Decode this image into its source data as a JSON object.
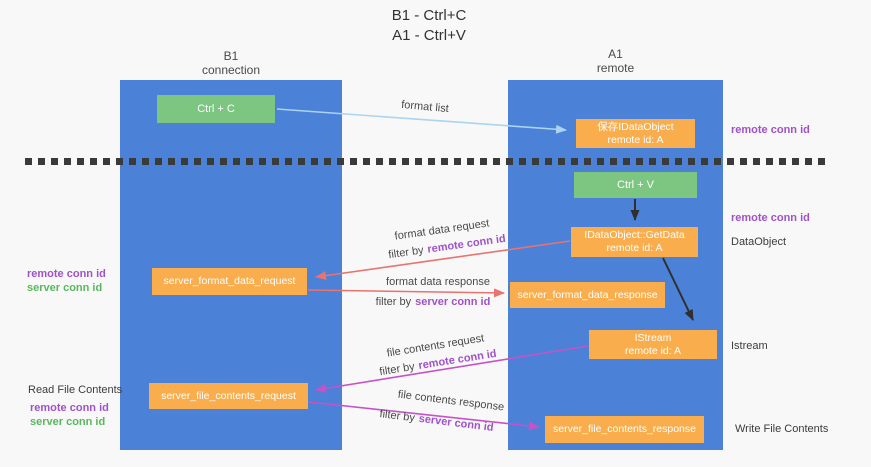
{
  "title": {
    "line1": "B1 - Ctrl+C",
    "line2": "A1 - Ctrl+V"
  },
  "colors": {
    "background": "#f8f8f8",
    "column_blue": "#4c81d8",
    "box_green": "#7dc682",
    "box_orange": "#f9ad4d",
    "arrow_blue": "#aad4f0",
    "arrow_red": "#e8736f",
    "arrow_magenta": "#c653c6",
    "arrow_black": "#2f2f2f",
    "text_purple": "#a052c8",
    "text_green": "#58b85e",
    "text_dark": "#3c3c3c"
  },
  "lifelines": {
    "b1": {
      "name": "B1",
      "role": "connection"
    },
    "a1": {
      "name": "A1",
      "role": "remote"
    }
  },
  "nodes": {
    "ctrl_c": {
      "label": "Ctrl + C"
    },
    "save_idataobject": {
      "line1": "保存IDataObject",
      "line2": "remote id: A"
    },
    "ctrl_v": {
      "label": "Ctrl + V"
    },
    "getdata": {
      "line1": "IDataObject::GetData",
      "line2": "remote id: A"
    },
    "istream": {
      "line1": "IStream",
      "line2": "remote id: A"
    },
    "format_request": {
      "label": "server_format_data_request"
    },
    "format_response": {
      "label": "server_format_data_response"
    },
    "file_request": {
      "label": "server_file_contents_request"
    },
    "file_response": {
      "label": "server_file_contents_response"
    }
  },
  "side_labels": {
    "remote_conn_id_top": "remote conn id",
    "remote_conn_id_mid": "remote conn id",
    "dataobject": "DataObject",
    "istream": "Istream",
    "write_file_contents": "Write File Contents",
    "read_file_contents": "Read File Contents",
    "mid_left": {
      "remote": "remote conn id",
      "server": "server conn id"
    },
    "bottom_left": {
      "remote": "remote conn id",
      "server": "server conn id"
    }
  },
  "arrows": {
    "format_list": {
      "label": "format list"
    },
    "format_request": {
      "label": "format data request",
      "filter_prefix": "filter by",
      "filter_id": "remote conn id"
    },
    "format_response": {
      "label": "format data response",
      "filter_prefix": "filter by",
      "filter_id": "server conn id"
    },
    "file_request": {
      "label": "file contents request",
      "filter_prefix": "filter by",
      "filter_id": "remote conn id"
    },
    "file_response": {
      "label": "file contents response",
      "filter_prefix": "filter by",
      "filter_id": "server conn id"
    }
  }
}
